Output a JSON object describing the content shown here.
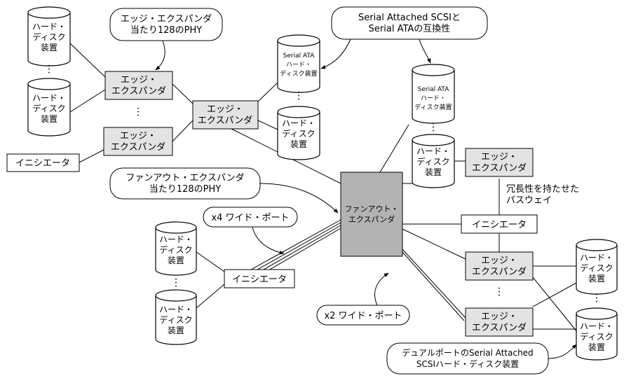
{
  "labels": {
    "edge_expander": "エッジ・\nエクスパンダ",
    "fanout_expander": "ファンアウト・\nエクスパンダ",
    "initiator": "イニシエータ",
    "hdd": "ハード・\nディスク\n装置",
    "sata_hdd": "Serial ATA\nハード・\nディスク装置",
    "ellipsis": "・\n・\n・"
  },
  "callouts": {
    "edge_phy": "エッジ・エクスパンダ\n当たり128のPHY",
    "sas_sata": "Serial Attached SCSIと\nSerial ATAの互換性",
    "fanout_phy": "ファンアウト・エクスパンダ\n当たり128のPHY",
    "x4_wide": "x4 ワイド・ポート",
    "x2_wide": "x2 ワイド・ポート",
    "dual_port": "デュアルポートのSerial Attached\nSCSIハード・ディスク装置"
  },
  "text": {
    "redundant_path": "冗長性を持たせた\nパスウェイ"
  }
}
